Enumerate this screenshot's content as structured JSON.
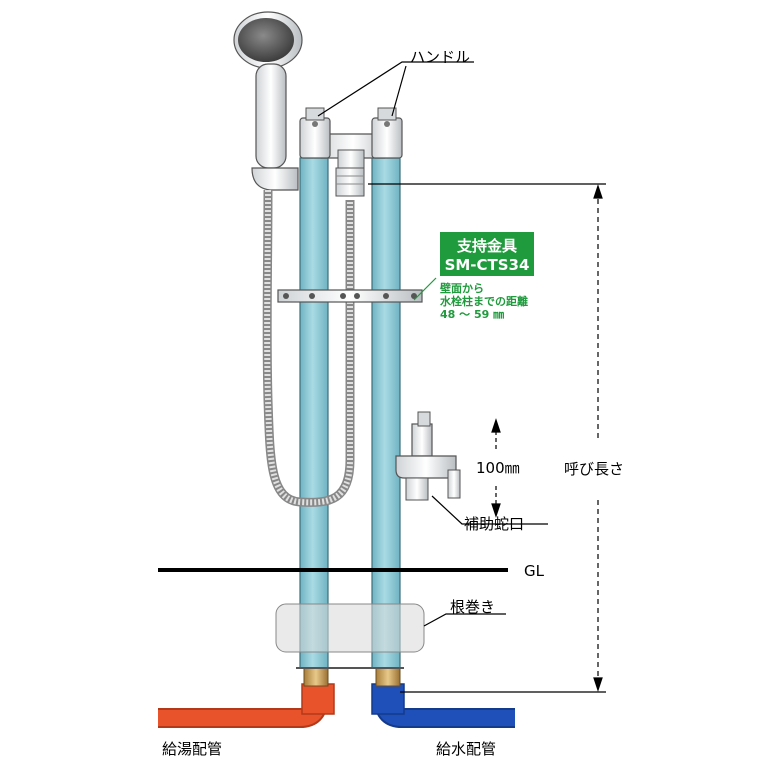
{
  "labels": {
    "handle": "ハンドル",
    "support_badge_line1": "支持金具",
    "support_badge_line2": "SM-CTS34",
    "wall_distance_line1": "壁面から",
    "wall_distance_line2": "水栓柱までの距離",
    "wall_distance_line3": "48 ～ 59 ㎜",
    "faucet_height": "100㎜",
    "aux_faucet": "補助蛇口",
    "nominal_length": "呼び長さ",
    "ground_level": "GL",
    "root_wrap": "根巻き",
    "hot_supply_pipe": "給湯配管",
    "cold_supply_pipe": "給水配管"
  },
  "colors": {
    "column_fill": "#8fc9d4",
    "hot_pipe": "#e8532c",
    "cold_pipe": "#1f4fb8",
    "badge_green": "#1f9a3c",
    "label_green": "#1f9a3c"
  }
}
